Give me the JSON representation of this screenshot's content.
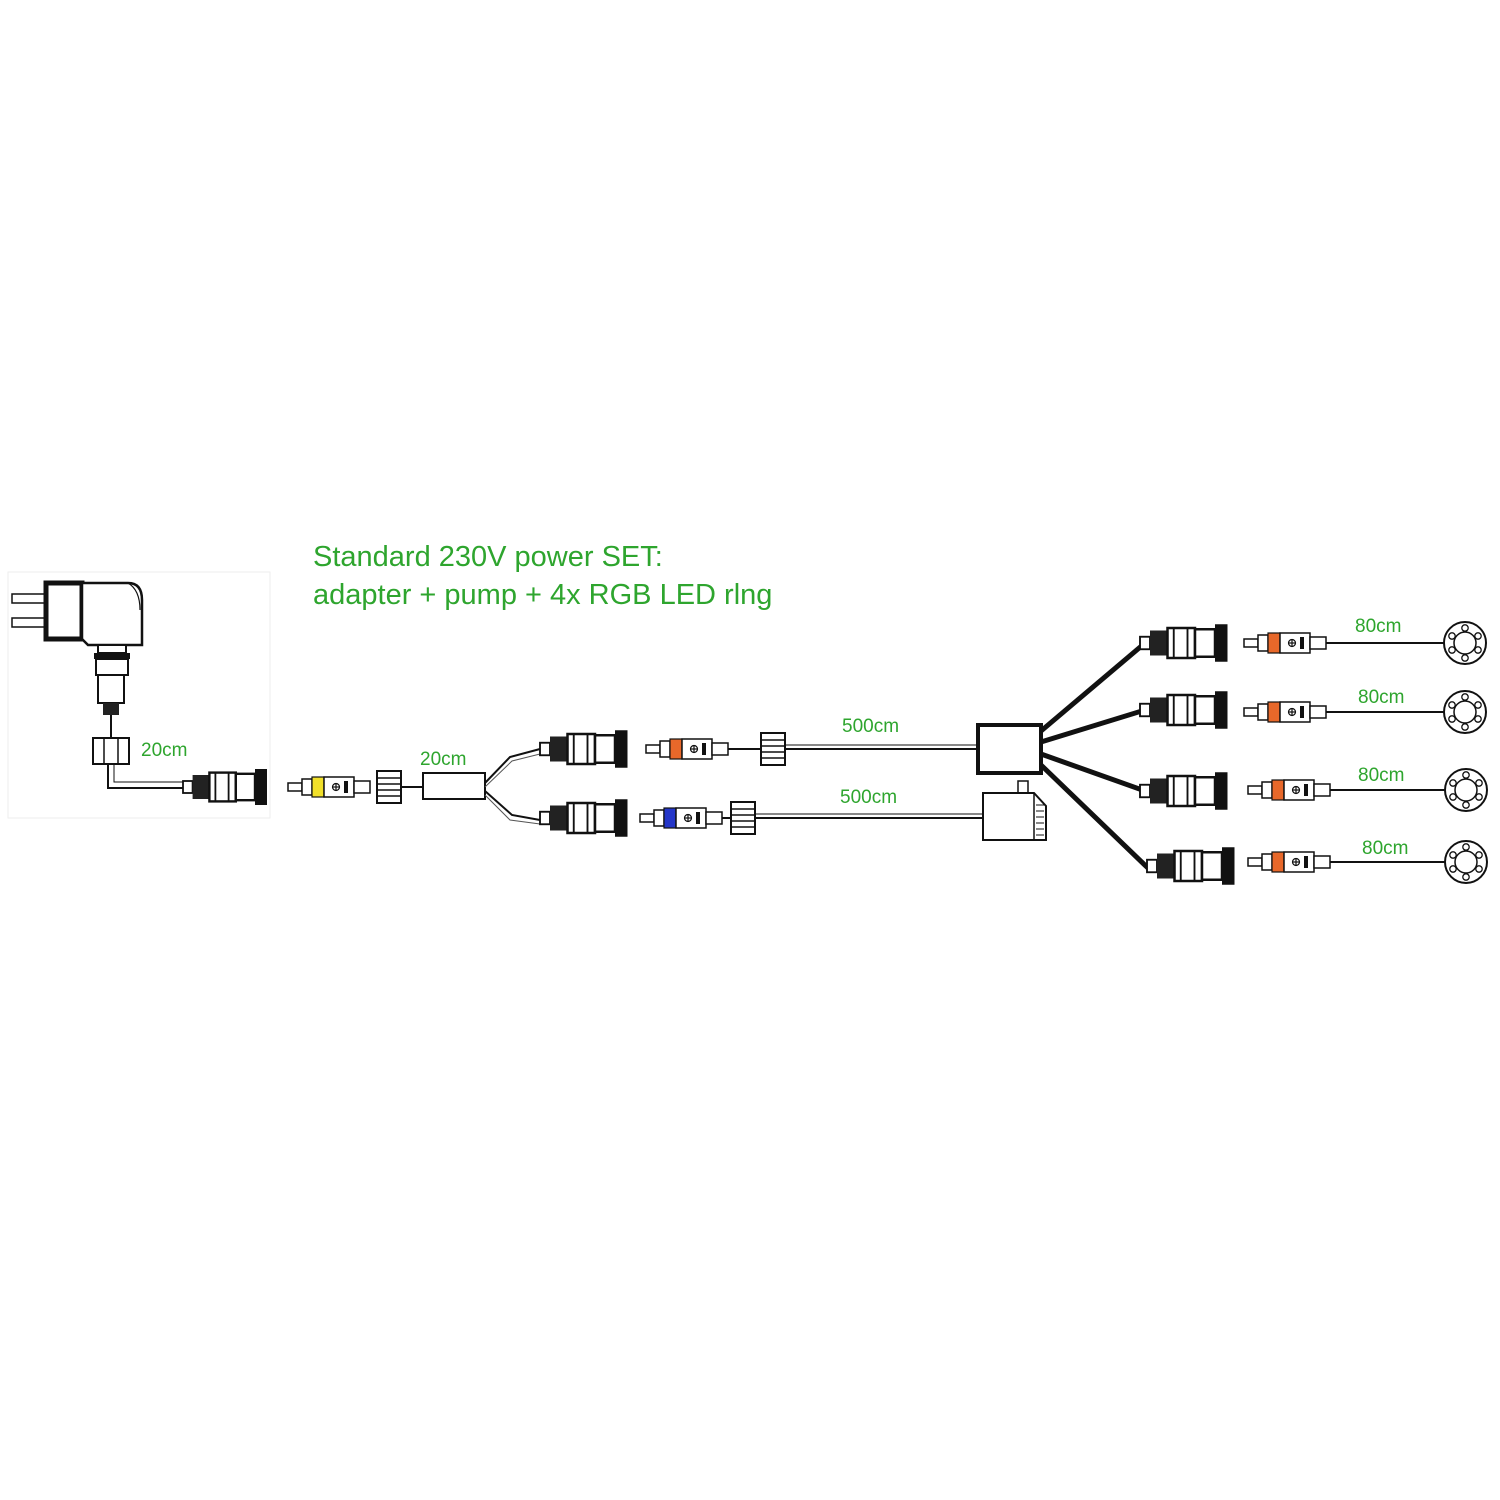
{
  "title": {
    "line1": "Standard 230V power SET:",
    "line2": "adapter + pump + 4x RGB LED rlng"
  },
  "labels": {
    "adapter_cable": "20cm",
    "splitter_cable": "20cm",
    "led_extension": "500cm",
    "pump_cable": "500cm",
    "ring_1": "80cm",
    "ring_2": "80cm",
    "ring_3": "80cm",
    "ring_4": "80cm"
  },
  "colors": {
    "label_green": "#2ea52e",
    "yellow_band": "#f1e02a",
    "orange_band": "#e8682a",
    "blue_band": "#2436c8",
    "line": "#1a1a1a"
  },
  "icons": [
    "power-adapter-icon",
    "y-splitter-icon",
    "led-controller-icon",
    "pump-icon",
    "rgb-led-ring-icon",
    "dc-plug-icon",
    "dc-socket-icon"
  ]
}
